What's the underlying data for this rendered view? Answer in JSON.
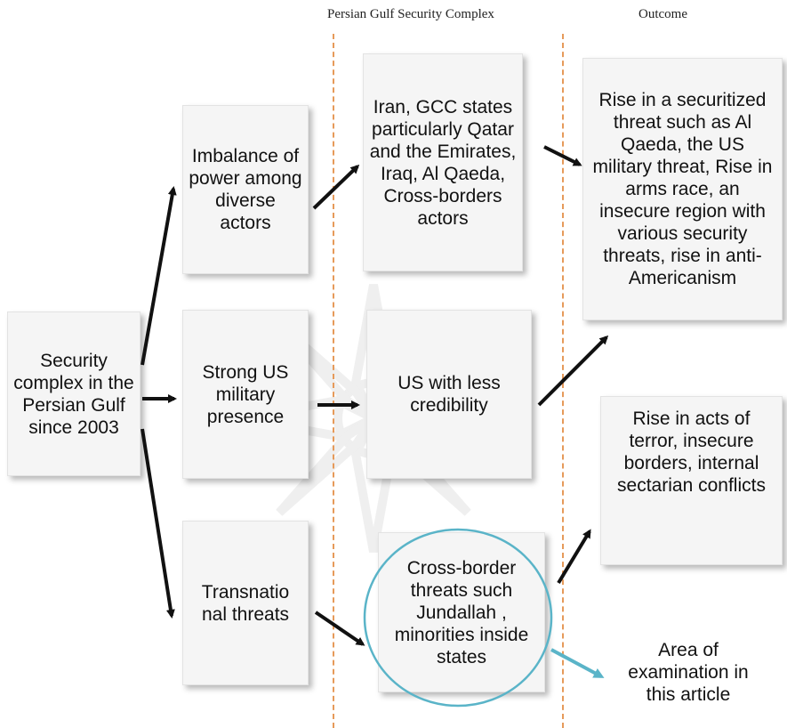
{
  "headers": {
    "complex": "Persian Gulf Security Complex",
    "outcome": "Outcome"
  },
  "boxes": {
    "security_complex": "Security complex in the Persian Gulf since 2003",
    "imbalance": "Imbalance of power among diverse actors",
    "us_presence": "Strong US military presence",
    "transnational": "Transnatio nal threats",
    "actors": "Iran, GCC states particularly Qatar and the Emirates, Iraq, Al Qaeda, Cross-borders actors",
    "us_credibility": "US with less credibility",
    "cross_border": "Cross-border threats such Jundallah , minorities inside states",
    "outcome_threats": "Rise in a securitized threat such as Al Qaeda, the US military threat, Rise in arms race, an insecure region with various security threats, rise in anti-Americanism",
    "outcome_terror": "Rise in acts of terror, insecure borders, internal sectarian conflicts"
  },
  "annotation": "Area of examination in this article",
  "colors": {
    "divider": "#e69a5a",
    "highlight": "#5ab4c8",
    "arrow": "#111111"
  }
}
